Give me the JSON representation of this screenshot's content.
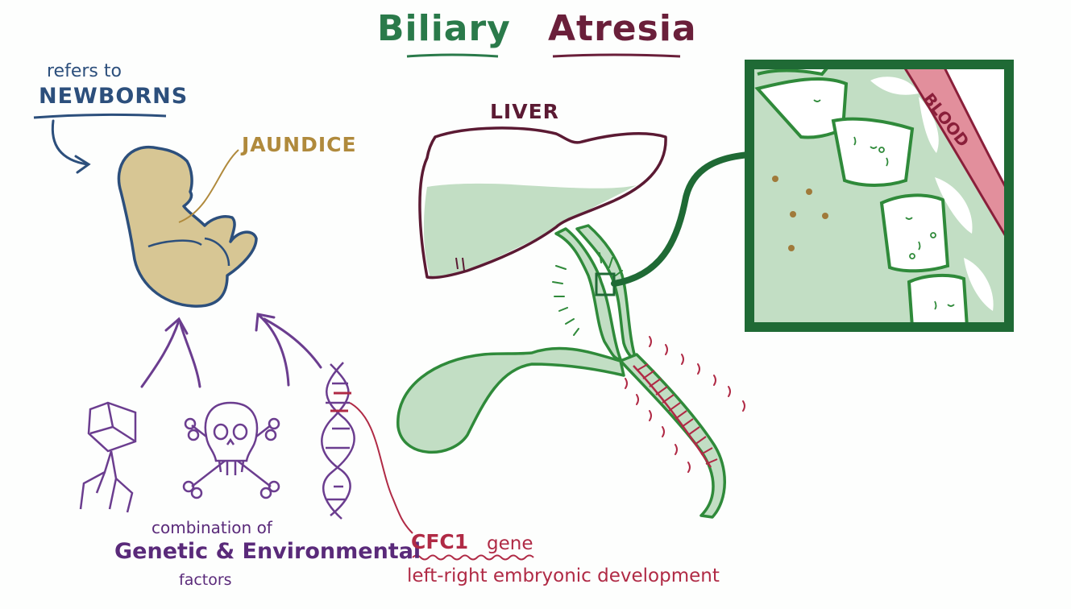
{
  "title": {
    "word1": "Biliary",
    "word2": "Atresia"
  },
  "labels": {
    "refers_to": "refers to",
    "newborns": "NEWBORNS",
    "jaundice": "JAUNDICE",
    "liver": "LIVER",
    "blood": "BLOOD",
    "combination_of": "combination of",
    "genetic_environmental": "Genetic & Environmental",
    "factors": "factors",
    "cfc1": "CFC1",
    "gene": "gene",
    "left_right": "left-right embryonic development"
  },
  "colors": {
    "green": "#2f8a3a",
    "light_green": "#c2dec4",
    "maroon": "#5b1a33",
    "purple": "#6b3d8f",
    "red": "#b02a45",
    "blue": "#2c4f7c",
    "skin": "#d7c694",
    "mustard": "#b08a3c"
  }
}
